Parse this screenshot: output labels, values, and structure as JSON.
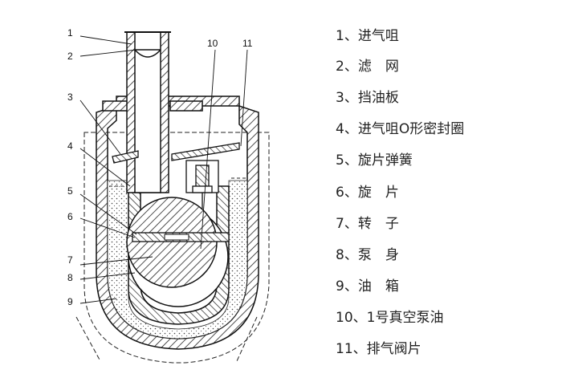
{
  "callouts": [
    "1",
    "2",
    "3",
    "4",
    "5",
    "6",
    "7",
    "8",
    "9",
    "10",
    "11"
  ],
  "legend": [
    "1、进气咀",
    "2、滤　网",
    "3、挡油板",
    "4、进气咀O形密封圈",
    "5、旋片弹簧",
    "6、旋　片",
    "7、转　子",
    "8、泵　身",
    "9、油　箱",
    "10、1号真空泵油",
    "11、排气阀片"
  ]
}
